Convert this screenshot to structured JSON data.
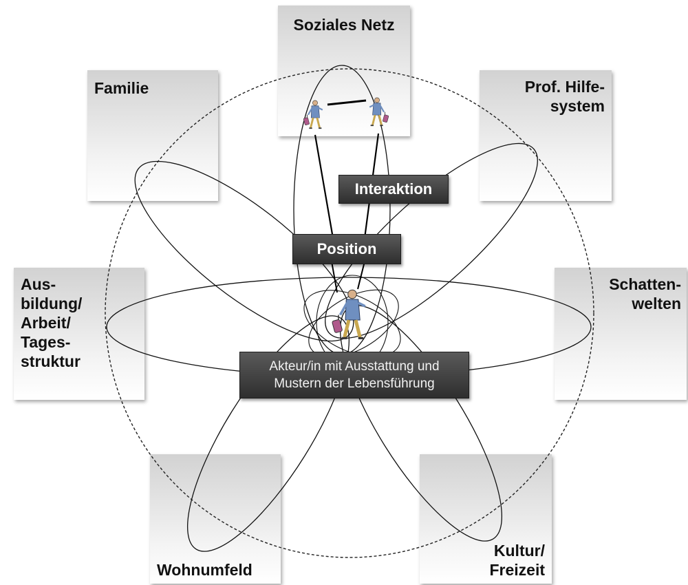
{
  "domains": {
    "soziales_netz": "Soziales Netz",
    "familie": "Familie",
    "prof_hilfesystem": "Prof. Hilfe-\nsystem",
    "ausbildung": "Aus-\nbildung/\nArbeit/\nTages-\nstruktur",
    "schattenwelten": "Schatten-\nwelten",
    "wohnumfeld": "Wohnumfeld",
    "kultur_freizeit": "Kultur/\nFreizeit"
  },
  "labels": {
    "interaktion": "Interaktion",
    "position": "Position",
    "akteur": "Akteur/in mit Ausstattung und\nMustern der Lebensführung"
  },
  "icons": {
    "center_figure": "traveler-figure-icon",
    "network_left": "traveler-figure-icon",
    "network_right": "traveler-figure-icon"
  }
}
